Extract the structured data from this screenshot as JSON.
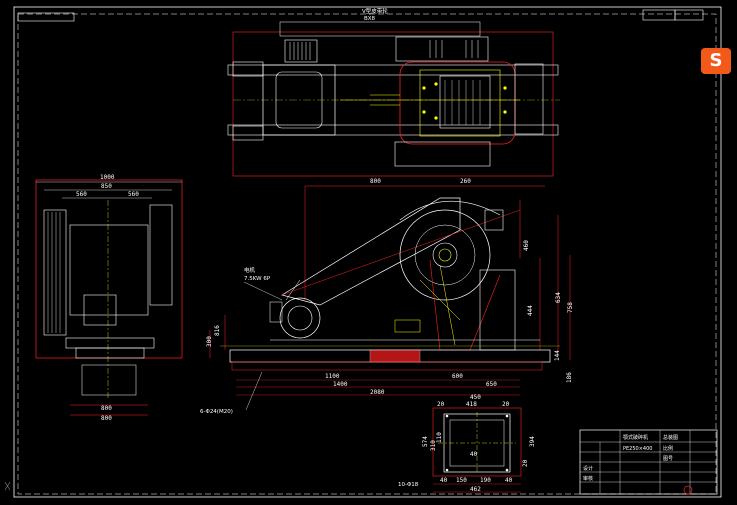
{
  "drawing": {
    "top_view_note": "V型皮带轮",
    "top_view_note2": "BX8",
    "motor_label": "电机",
    "motor_power": "7.5KW 6P",
    "foundation_bolts": "6-Φ24(M20)",
    "bolt_holes": "10-Φ18",
    "logo_letter": "S"
  },
  "side_view_dims": {
    "overall_width": "1000",
    "inner_width": "850",
    "left_half": "560",
    "right_half": "560",
    "base_a": "800",
    "base_b": "800"
  },
  "front_view_dims": {
    "top_left": "800",
    "top_right": "260",
    "h1": "460",
    "h2": "444",
    "h3": "634",
    "h4": "758",
    "left_h1": "816",
    "left_h2": "300",
    "right_small": "144",
    "span1": "1100",
    "span2": "1400",
    "span3": "2080",
    "span_r1": "600",
    "span_r2": "650",
    "side_r": "186"
  },
  "plan_dims": {
    "top_a": "20",
    "top_b": "418",
    "top_c": "20",
    "top_d": "450",
    "left_a": "574",
    "left_b": "310",
    "left_c": "110",
    "right_a": "394",
    "right_b": "20",
    "center": "40",
    "bot_a": "40",
    "bot_b": "150",
    "bot_c": "190",
    "bot_d": "40",
    "bot_total": "462"
  },
  "title_block": {
    "rows": [
      "颚式破碎机",
      "总装图",
      "PE250×400",
      "比例",
      "图号",
      "设计",
      "审核"
    ]
  }
}
